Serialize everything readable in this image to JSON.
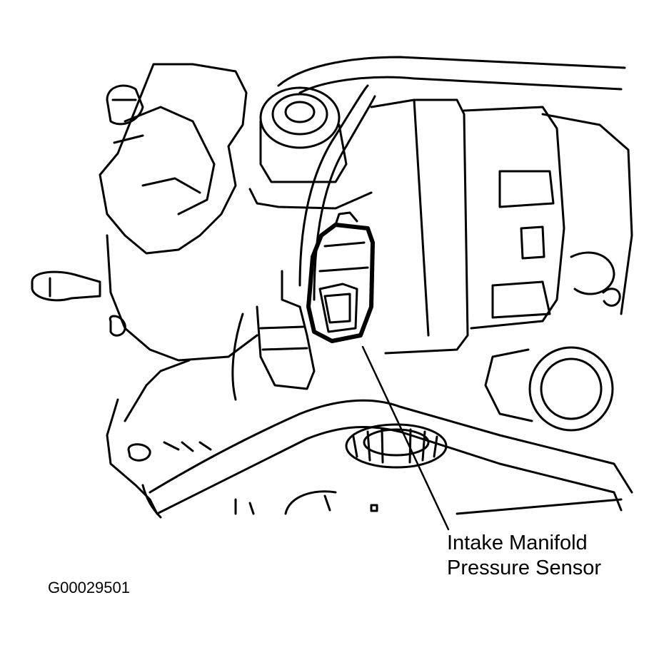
{
  "callout": {
    "line1": "Intake Manifold",
    "line2": "Pressure Sensor"
  },
  "figure_id": "G00029501",
  "colors": {
    "ink": "#000000",
    "paper": "#ffffff"
  }
}
